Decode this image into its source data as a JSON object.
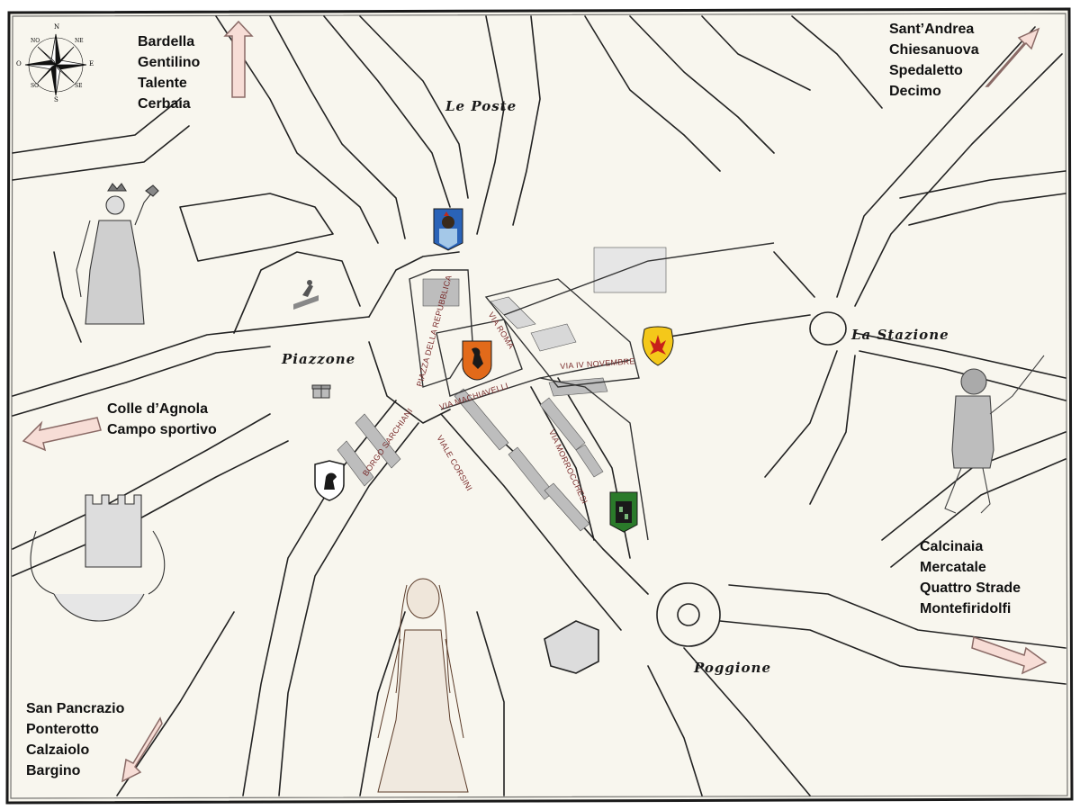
{
  "colors": {
    "paper": "#f8f6ee",
    "border": "#1a1a1a",
    "road": "#222222",
    "street_label": "#7a2c2c",
    "arrow_fill": "#f7ddd6",
    "arrow_stroke": "#8a6a66",
    "block_gray": "#bdbdbd"
  },
  "destinations": {
    "north": [
      "Bardella",
      "Gentilino",
      "Talente",
      "Cerbaia"
    ],
    "north_east": [
      "Sant’Andrea",
      "Chiesanuova",
      "Spedaletto",
      "Decimo"
    ],
    "west": [
      "Colle d’Agnola",
      "Campo sportivo"
    ],
    "east": [
      "Calcinaia",
      "Mercatale",
      "Quattro Strade",
      "Montefiridolfi"
    ],
    "south_west": [
      "San Pancrazio",
      "Ponterotto",
      "Calzaiolo",
      "Bargino"
    ]
  },
  "places": {
    "le_poste": "Le Poste",
    "la_stazione": "La Stazione",
    "piazzone": "Piazzone",
    "poggione": "Poggione"
  },
  "streets": {
    "piazza_repubblica": "PIAZZA DELLA REPUBBLICA",
    "via_roma": "VIA ROMA",
    "via_iv_novembre": "VIA IV NOVEMBRE",
    "via_machiavelli": "VIA MACHIAVELLI",
    "borgo_sarchiani": "BORGO SARCHIANI",
    "viale_corsini": "VIALE CORSINI",
    "via_morrocchesi": "VIA MORROCCHESI"
  },
  "compass": {
    "n": "N",
    "ne": "NE",
    "e": "E",
    "se": "SE",
    "s": "S",
    "so": "SO",
    "o": "O",
    "no": "NO"
  },
  "icons": {
    "compass": "compass-rose-icon",
    "crest_rooster": "rooster-crest-icon",
    "crest_lion": "lion-crest-icon",
    "crest_lily": "florence-lily-crest-icon",
    "crest_horse": "horse-crest-icon",
    "crest_tower": "tower-crest-icon",
    "statue": "statue-icon",
    "gift": "gift-icon"
  }
}
